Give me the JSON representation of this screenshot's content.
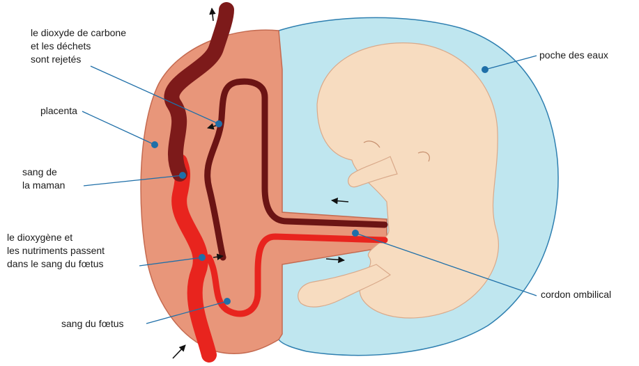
{
  "title_fragment": "",
  "labels": {
    "co2": [
      "le dioxyde de carbone",
      "et les déchets",
      "sont rejetés"
    ],
    "placenta": [
      "placenta"
    ],
    "sang_maman": [
      "sang de",
      "la maman"
    ],
    "dioxygene": [
      "le dioxygène et",
      "les nutriments passent",
      "dans le sang du fœtus"
    ],
    "sang_foetus": [
      "sang du fœtus"
    ],
    "poche": [
      "poche des eaux"
    ],
    "cordon": [
      "cordon ombilical"
    ]
  },
  "colors": {
    "amniotic_sac": "#bfe6ef",
    "amniotic_outline": "#2e7fb0",
    "placenta": "#e8967a",
    "maternal_blood_dark": "#7d1a1a",
    "oxygenated_blood": "#e8241e",
    "fetus": "#f7dcc0",
    "leader_line": "#1f6fa8",
    "dot": "#1f6fa8"
  }
}
